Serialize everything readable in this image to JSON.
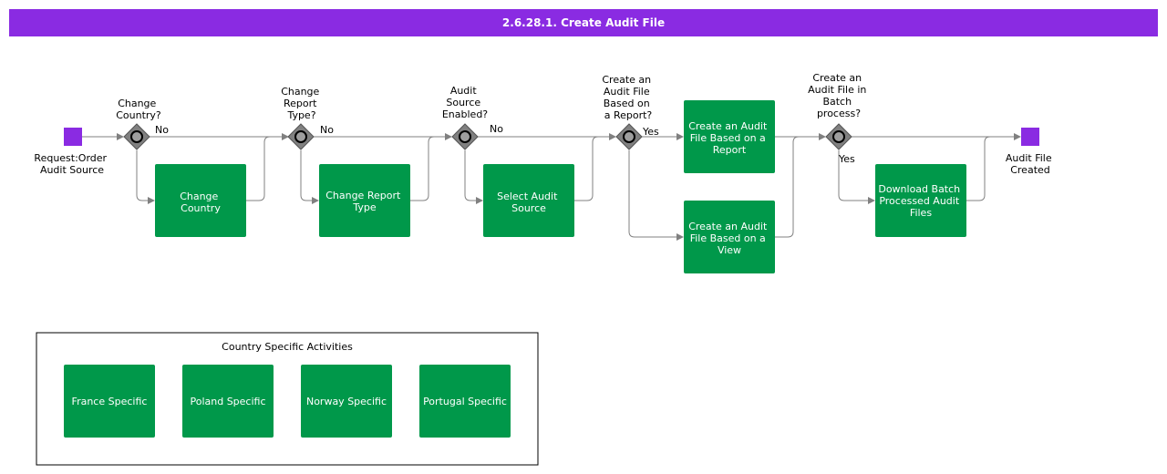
{
  "header": {
    "title": "2.6.28.1. Create Audit File"
  },
  "colors": {
    "banner": "#8a2be2",
    "task": "#00984a",
    "event": "#8a2be2",
    "gateway": "#808080"
  },
  "events": {
    "start": {
      "label_lines": [
        "Request:Order",
        "Audit Source"
      ]
    },
    "end": {
      "label_lines": [
        "Audit File",
        "Created"
      ]
    }
  },
  "gateways": {
    "change_country": {
      "label_lines": [
        "Change",
        "Country?"
      ],
      "no_label": "No"
    },
    "change_report_type": {
      "label_lines": [
        "Change",
        "Report",
        "Type?"
      ],
      "no_label": "No"
    },
    "audit_source_enabled": {
      "label_lines": [
        "Audit",
        "Source",
        "Enabled?"
      ],
      "no_label": "No"
    },
    "based_on_report": {
      "label_lines": [
        "Create an",
        "Audit File",
        "Based on",
        "a Report?"
      ],
      "yes_label": "Yes"
    },
    "batch_process": {
      "label_lines": [
        "Create an",
        "Audit File in",
        "Batch",
        "process?"
      ],
      "yes_label": "Yes"
    }
  },
  "tasks": {
    "change_country": {
      "label_lines": [
        "Change",
        "Country"
      ]
    },
    "change_report_type": {
      "label_lines": [
        "Change Report",
        "Type"
      ]
    },
    "select_audit_source": {
      "label_lines": [
        "Select Audit",
        "Source"
      ]
    },
    "create_report": {
      "label_lines": [
        "Create an Audit",
        "File Based on a",
        "Report"
      ]
    },
    "create_view": {
      "label_lines": [
        "Create an Audit",
        "File Based on a",
        "View"
      ]
    },
    "download_batch": {
      "label_lines": [
        "Download Batch",
        "Processed Audit",
        "Files"
      ]
    }
  },
  "country_group": {
    "title": "Country Specific Activities",
    "items": [
      "France Specific",
      "Poland Specific",
      "Norway Specific",
      "Portugal Specific"
    ]
  }
}
